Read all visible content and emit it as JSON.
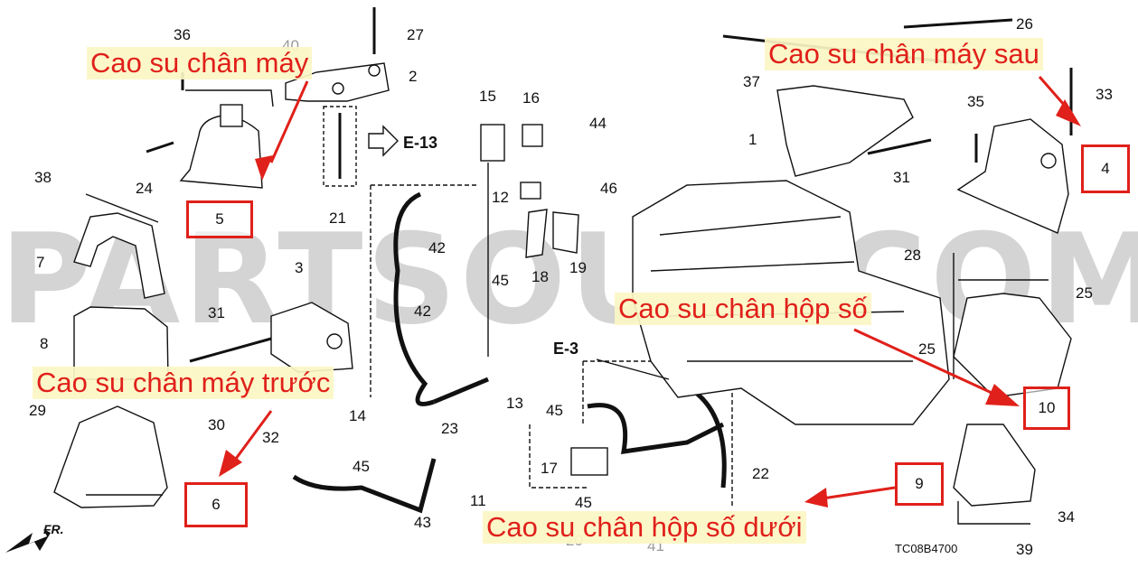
{
  "watermark": "PARTSOUQ.COM",
  "diagram_code": "TC08B4700",
  "front_label": "FR.",
  "refs": {
    "e13": "E-13",
    "e3": "E-3"
  },
  "colors": {
    "arrow": "#e0201a",
    "caption_bg": "#fcf6c4",
    "watermark": "#d4d4d4"
  },
  "captions": {
    "front_engine_mount": "Cao su chân máy",
    "rear_engine_mount": "Cao su chân máy sau",
    "front_mount": "Cao su chân máy trước",
    "transmission_mount": "Cao su chân hộp số",
    "lower_transmission_mount": "Cao su chân hộp số dưới"
  },
  "boxed_numbers": {
    "b5": "5",
    "b4": "4",
    "b10": "10",
    "b6": "6",
    "b9": "9"
  },
  "part_numbers": {
    "n36": "36",
    "n40": "40",
    "n27": "27",
    "n2": "2",
    "n24": "24",
    "n38": "38",
    "n7": "7",
    "n21": "21",
    "n15": "15",
    "n16": "16",
    "n44": "44",
    "n12": "12",
    "n46": "46",
    "n42a": "42",
    "n42b": "42",
    "n45a": "45",
    "n18": "18",
    "n19": "19",
    "n3": "3",
    "n31a": "31",
    "n8": "8",
    "n29": "29",
    "n30": "30",
    "n32": "32",
    "n14": "14",
    "n45b": "45",
    "n23": "23",
    "n13": "13",
    "n45c": "45",
    "n17": "17",
    "n22": "22",
    "n11": "11",
    "n43": "43",
    "n45d": "45",
    "n20": "20",
    "n41": "41",
    "n26": "26",
    "n37": "37",
    "n33": "33",
    "n35": "35",
    "n1": "1",
    "n31b": "31",
    "n28": "28",
    "n25a": "25",
    "n25b": "25",
    "n34": "34",
    "n39": "39"
  }
}
